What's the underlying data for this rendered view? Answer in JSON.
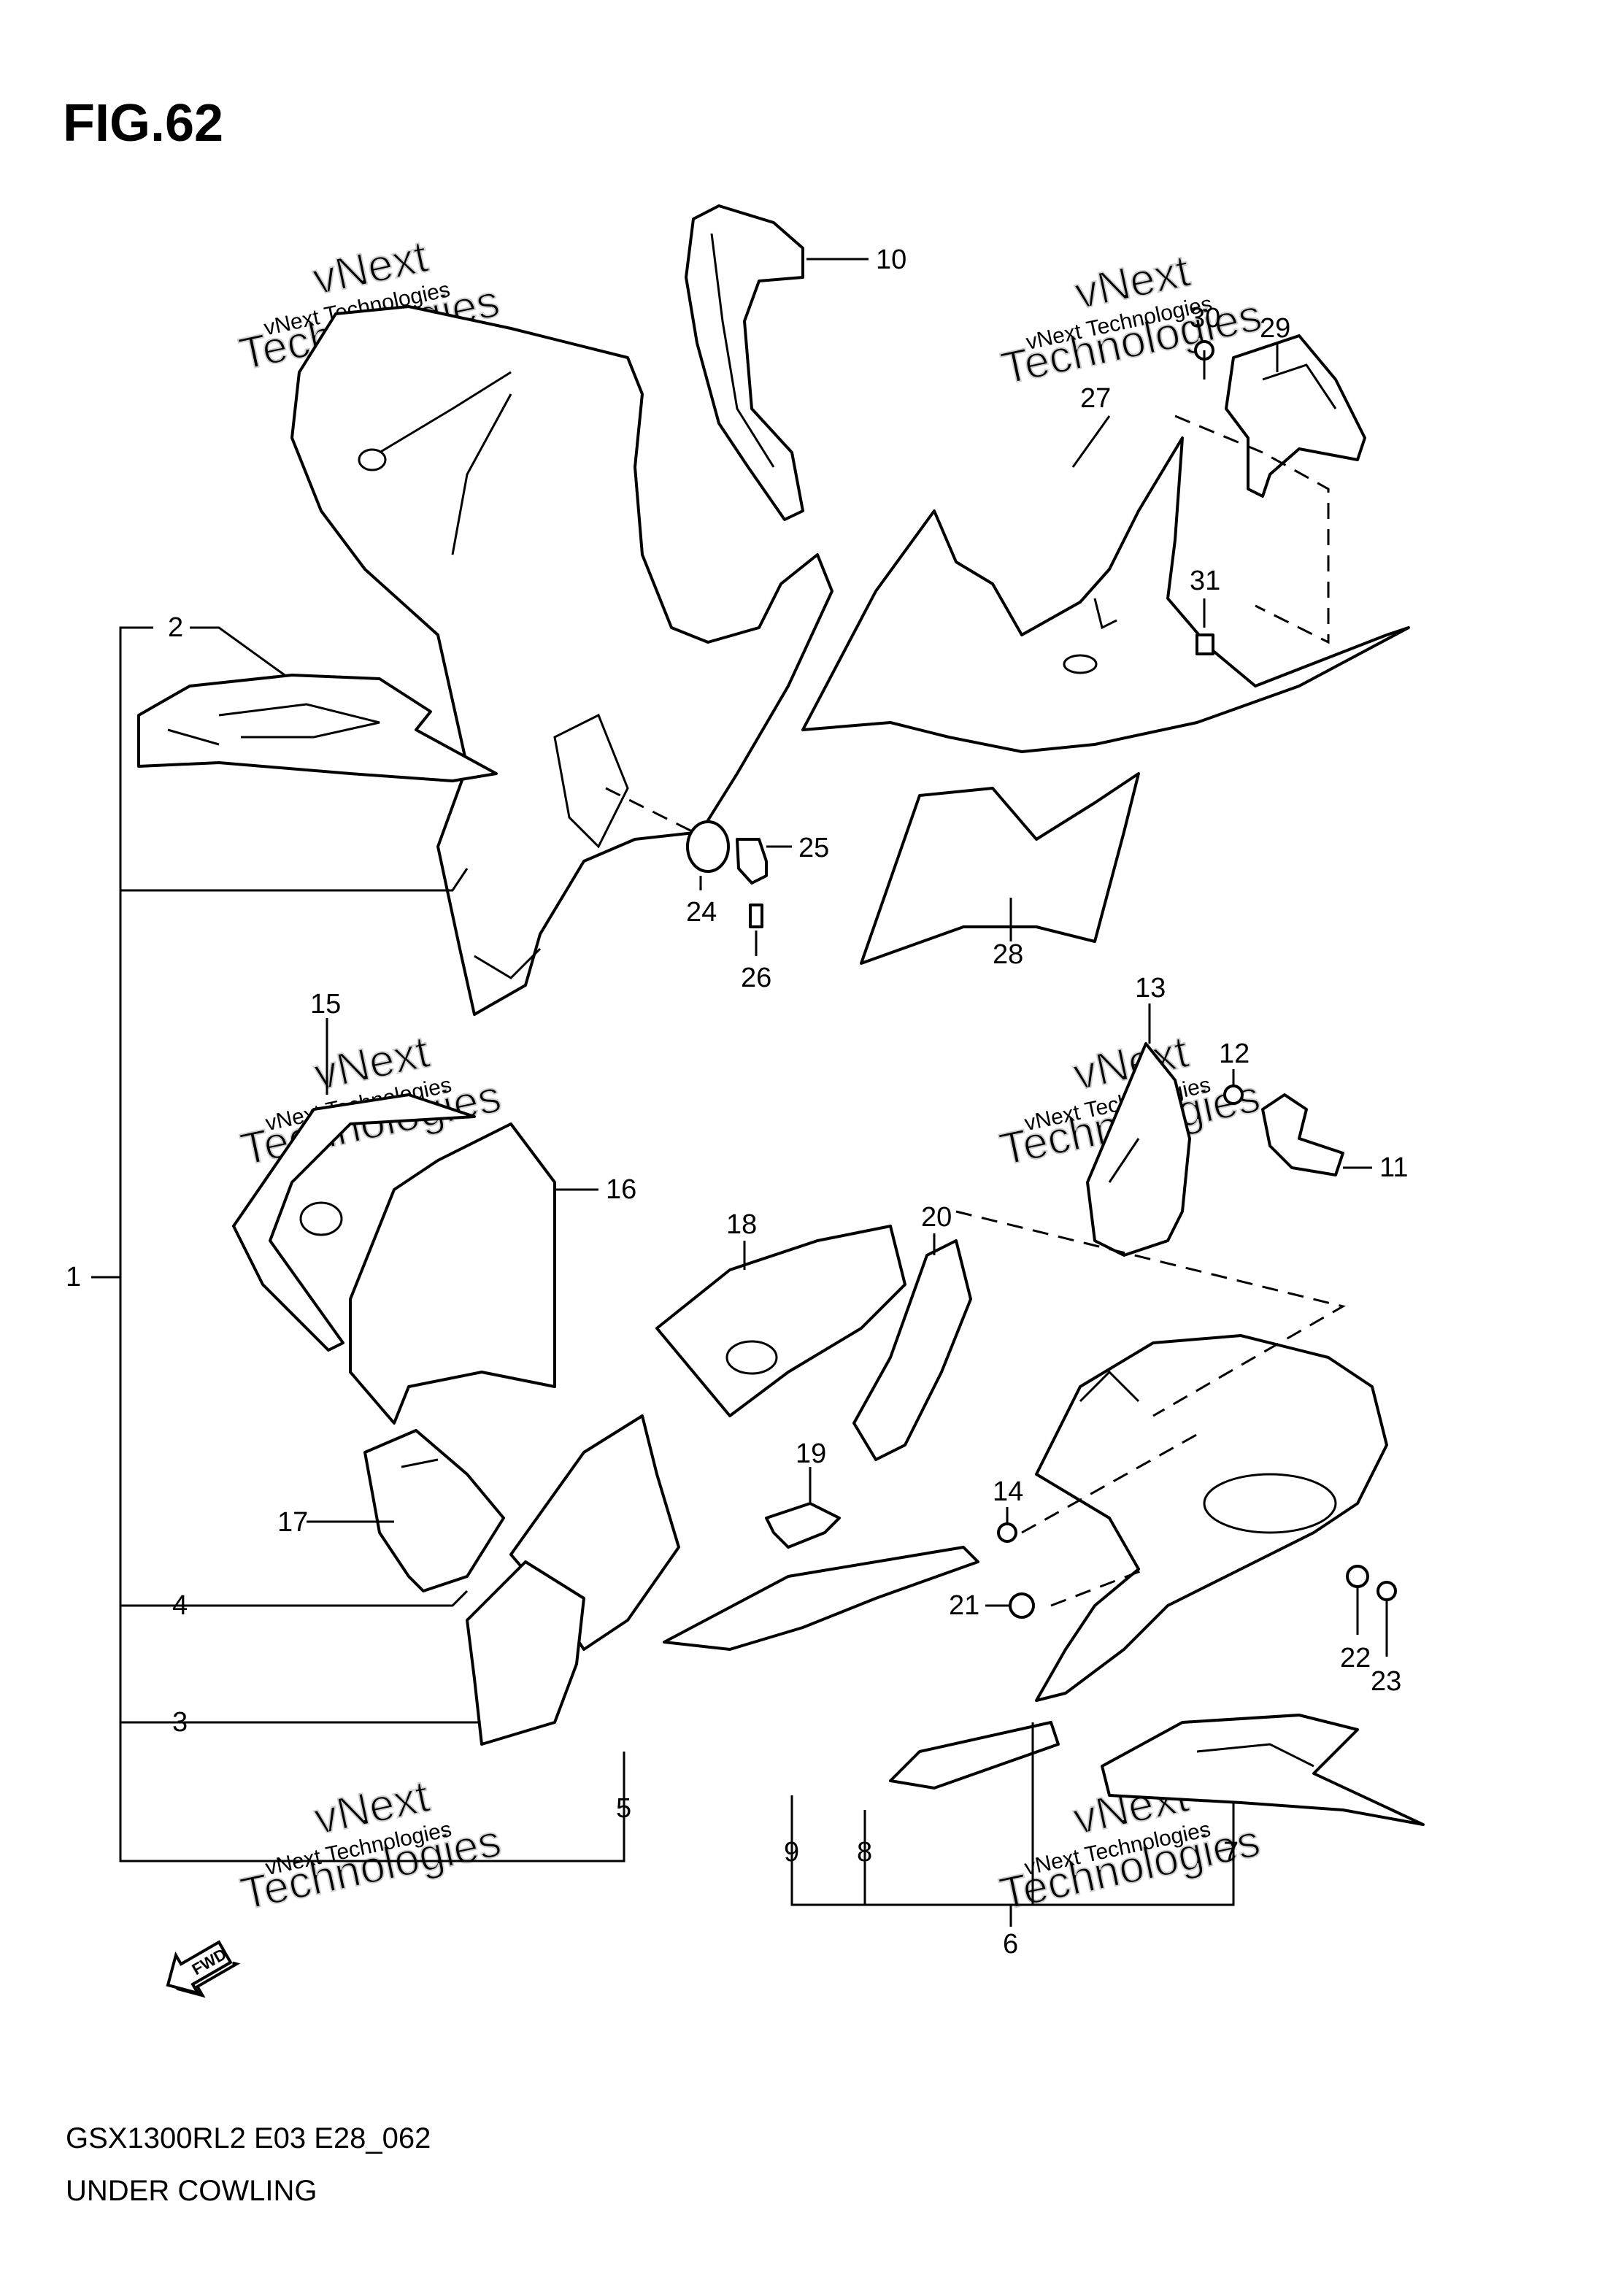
{
  "figure": {
    "title": "FIG.62",
    "model_code": "GSX1300RL2 E03 E28_062",
    "section_name": "UNDER COWLING",
    "fwd_label": "FWD"
  },
  "watermark": {
    "line1": "vNext Technologies",
    "line2": "vNext",
    "line3": "Technologies"
  },
  "callouts": [
    "1",
    "2",
    "3",
    "4",
    "5",
    "6",
    "7",
    "8",
    "9",
    "10",
    "11",
    "12",
    "13",
    "14",
    "15",
    "16",
    "17",
    "18",
    "19",
    "20",
    "21",
    "22",
    "23",
    "24",
    "25",
    "26",
    "27",
    "28",
    "29",
    "30",
    "31"
  ]
}
